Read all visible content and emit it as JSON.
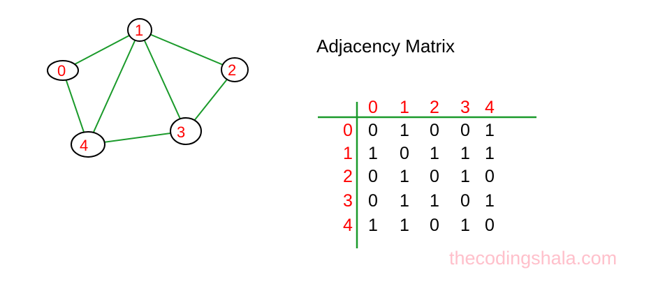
{
  "colors": {
    "edge": "#1a9a2a",
    "label": "#ff0000",
    "node_border": "#000000",
    "matrix_value": "#000000",
    "watermark": "#ffc0cb"
  },
  "graph": {
    "nodes": [
      {
        "id": "0",
        "label": "0"
      },
      {
        "id": "1",
        "label": "1"
      },
      {
        "id": "2",
        "label": "2"
      },
      {
        "id": "3",
        "label": "3"
      },
      {
        "id": "4",
        "label": "4"
      }
    ],
    "edges": [
      [
        "0",
        "1"
      ],
      [
        "0",
        "4"
      ],
      [
        "1",
        "2"
      ],
      [
        "1",
        "3"
      ],
      [
        "1",
        "4"
      ],
      [
        "2",
        "3"
      ],
      [
        "3",
        "4"
      ]
    ]
  },
  "matrix": {
    "title": "Adjacency Matrix",
    "column_headers": [
      "0",
      "1",
      "2",
      "3",
      "4"
    ],
    "row_headers": [
      "0",
      "1",
      "2",
      "3",
      "4"
    ],
    "rows": [
      [
        "0",
        "1",
        "0",
        "0",
        "1"
      ],
      [
        "1",
        "0",
        "1",
        "1",
        "1"
      ],
      [
        "0",
        "1",
        "0",
        "1",
        "0"
      ],
      [
        "0",
        "1",
        "1",
        "0",
        "1"
      ],
      [
        "1",
        "1",
        "0",
        "1",
        "0"
      ]
    ]
  },
  "watermark": {
    "text": "thecodingshala.com"
  }
}
